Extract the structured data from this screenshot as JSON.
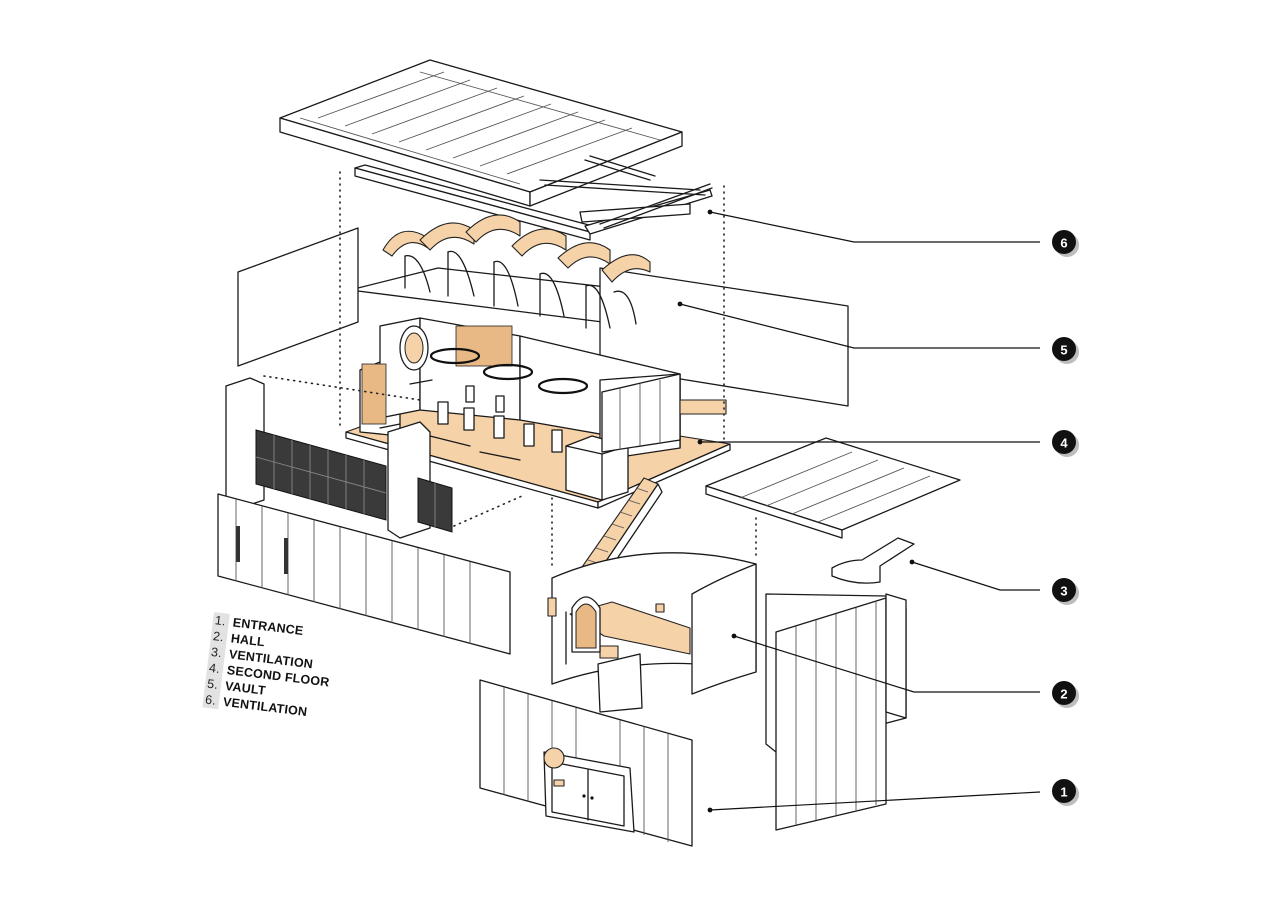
{
  "callouts": [
    {
      "number": "1"
    },
    {
      "number": "2"
    },
    {
      "number": "3"
    },
    {
      "number": "4"
    },
    {
      "number": "5"
    },
    {
      "number": "6"
    }
  ],
  "legend": {
    "items": [
      {
        "number": "1.",
        "label": "ENTRANCE"
      },
      {
        "number": "2.",
        "label": "HALL"
      },
      {
        "number": "3.",
        "label": "VENTILATION"
      },
      {
        "number": "4.",
        "label": "SECOND FLOOR"
      },
      {
        "number": "5.",
        "label": "VAULT"
      },
      {
        "number": "6.",
        "label": "VENTILATION"
      }
    ]
  },
  "colors": {
    "wood": "#f6d2a8",
    "line": "#1a1a1a",
    "badge": "#111111",
    "glass": "#3a3a3a"
  }
}
